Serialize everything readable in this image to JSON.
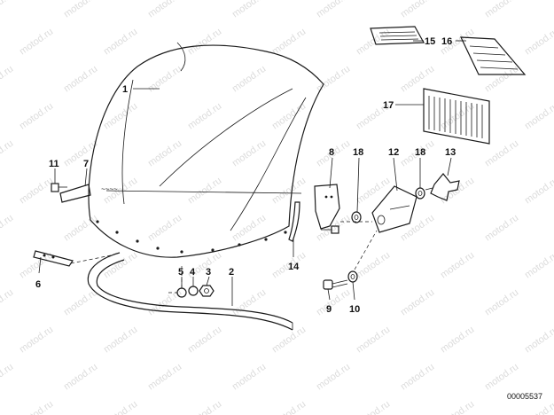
{
  "diagram": {
    "watermark_text": "motod.ru",
    "document_number": "00005537",
    "callouts": [
      "1",
      "2",
      "3",
      "4",
      "5",
      "6",
      "7",
      "8",
      "9",
      "10",
      "11",
      "12",
      "13",
      "14",
      "15",
      "16",
      "17",
      "18",
      "18"
    ]
  }
}
